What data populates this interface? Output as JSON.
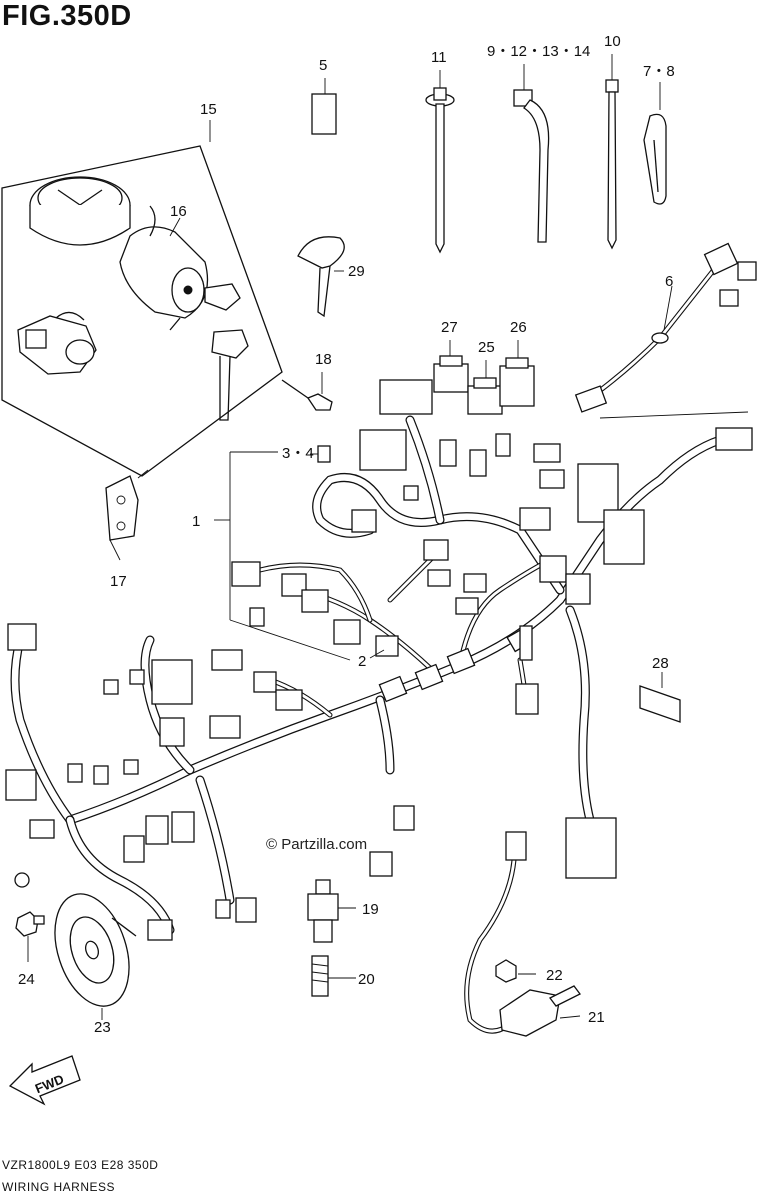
{
  "figure": {
    "title": "FIG.350D",
    "watermark": "© Partzilla.com",
    "footer_line1": "VZR1800L9  E03  E28  350D",
    "footer_line2": "WIRING HARNESS",
    "fwd_label": "FWD"
  },
  "callouts": [
    {
      "id": "c5",
      "label": "5"
    },
    {
      "id": "c11",
      "label": "11"
    },
    {
      "id": "c9",
      "label": "9・12・13・14"
    },
    {
      "id": "c10",
      "label": "10"
    },
    {
      "id": "c7",
      "label": "7・8"
    },
    {
      "id": "c15",
      "label": "15"
    },
    {
      "id": "c16",
      "label": "16"
    },
    {
      "id": "c29",
      "label": "29"
    },
    {
      "id": "c6",
      "label": "6"
    },
    {
      "id": "c27",
      "label": "27"
    },
    {
      "id": "c26",
      "label": "26"
    },
    {
      "id": "c25",
      "label": "25"
    },
    {
      "id": "c18",
      "label": "18"
    },
    {
      "id": "c3",
      "label": "3・4"
    },
    {
      "id": "c1",
      "label": "1"
    },
    {
      "id": "c17",
      "label": "17"
    },
    {
      "id": "c2",
      "label": "2"
    },
    {
      "id": "c28",
      "label": "28"
    },
    {
      "id": "c19",
      "label": "19"
    },
    {
      "id": "c20",
      "label": "20"
    },
    {
      "id": "c22",
      "label": "22"
    },
    {
      "id": "c21",
      "label": "21"
    },
    {
      "id": "c24",
      "label": "24"
    },
    {
      "id": "c23",
      "label": "23"
    }
  ]
}
